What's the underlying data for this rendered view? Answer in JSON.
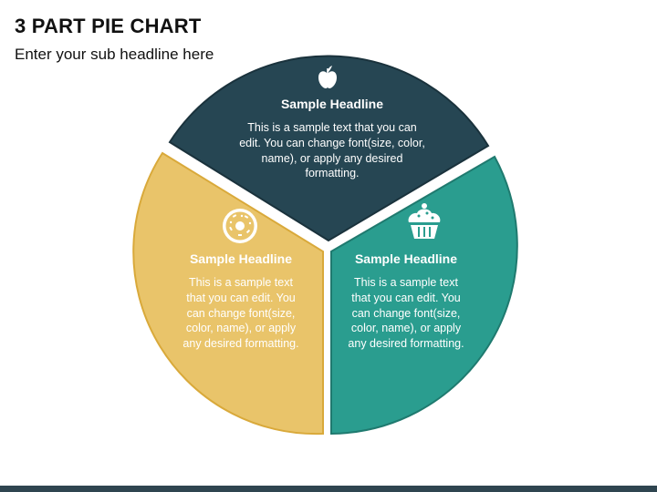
{
  "page": {
    "title": "3 PART PIE CHART",
    "subtitle": "Enter your sub headline here"
  },
  "segments": [
    {
      "id": "top",
      "headline": "Sample Headline",
      "body": "This is a sample text that you can edit. You can change font(size, color, name), or apply any desired formatting.",
      "color": "#264653",
      "icon": "apple-icon"
    },
    {
      "id": "left",
      "headline": "Sample Headline",
      "body": "This is a sample text that you can edit. You can change font(size, color, name), or apply any desired formatting.",
      "color": "#E9C46A",
      "icon": "donut-icon"
    },
    {
      "id": "right",
      "headline": "Sample Headline",
      "body": "This is a sample text that you can edit. You can change font(size, color, name), or apply any desired formatting.",
      "color": "#2A9D8F",
      "icon": "cupcake-icon"
    }
  ],
  "colors": {
    "segment_outline": "#1F5B52",
    "left_outline": "#D9A93A",
    "top_outline": "#1A323C",
    "bottom_bar": "#2F4550"
  }
}
